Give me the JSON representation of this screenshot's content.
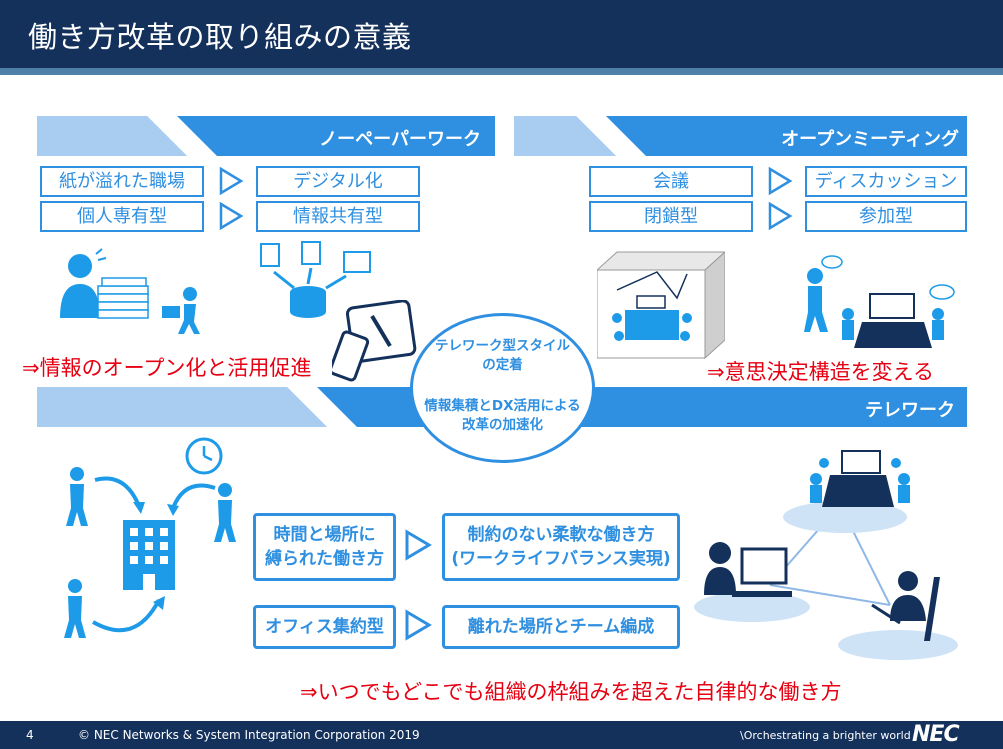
{
  "title": "働き方改革の取り組みの意義",
  "sections": {
    "paperless": {
      "header": "ノーペーパーワーク",
      "rows": [
        {
          "from": "紙が溢れた職場",
          "to": "デジタル化"
        },
        {
          "from": "個人専有型",
          "to": "情報共有型"
        }
      ],
      "conclusion": "⇒情報のオープン化と活用促進"
    },
    "meeting": {
      "header": "オープンミーティング",
      "rows": [
        {
          "from": "会議",
          "to": "ディスカッション"
        },
        {
          "from": "閉鎖型",
          "to": "参加型"
        }
      ],
      "conclusion": "⇒意思決定構造を変える"
    },
    "telework": {
      "header": "テレワーク",
      "rows": [
        {
          "from": "時間と場所に\n縛られた働き方",
          "to": "制約のない柔軟な働き方\n(ワークライフバランス実現)"
        },
        {
          "from": "オフィス集約型",
          "to": "離れた場所とチーム編成"
        }
      ],
      "conclusion": "⇒いつでもどこでも組織の枠組みを超えた自律的な働き方"
    }
  },
  "center": {
    "line1": "テレワーク型スタイル",
    "line2": "の定着",
    "line3": "情報集積とDX活用による",
    "line4": "改革の加速化"
  },
  "footer": {
    "page": "4",
    "copyright": "© NEC Networks & System Integration Corporation 2019",
    "slogan": "\\Orchestrating a brighter world",
    "logo": "NEC"
  },
  "colors": {
    "navy": "#14315c",
    "accent": "#2f8fe0",
    "red": "#e60012"
  }
}
